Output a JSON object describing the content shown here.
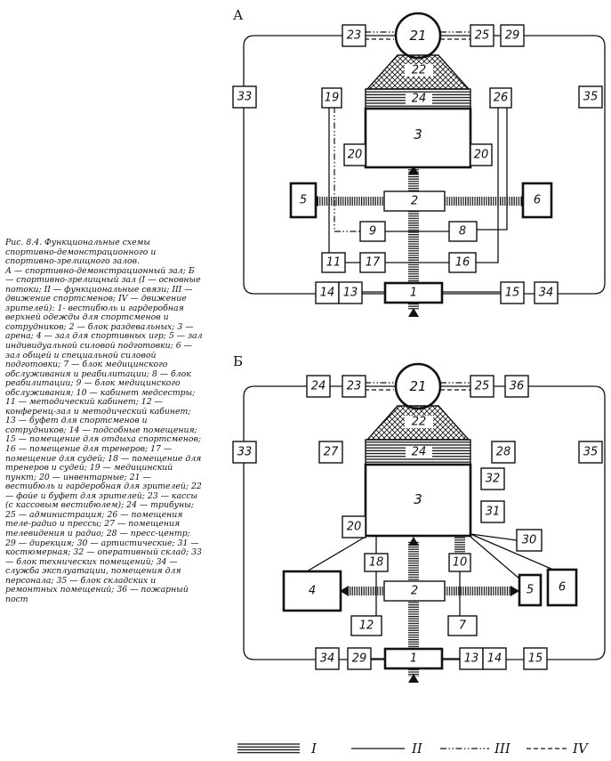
{
  "caption": {
    "title": "Рис. 8.4. Функциональные схемы спортивно-демонстрационного и спортивно-зрелищного залов.",
    "body": "А — спортивно-демонстрационный зал; Б — спортивно-зрелищный зал (I — основные потоки; II — функциональные связи; III — движение спортсменов; IV — движение зрителей): 1- вестибюль и гардеробная верхней одежды для спортсменов и сотрудников; 2 — блок раздевальных; 3 — арена; 4 — зал для спортивных игр; 5 — зал индивидуальной силовой подготовки; 6 — зал общей и специальной силовой подготовки; 7 — блок медицинского обслуживания и реабилитации; 8 — блок реабилитации; 9 — блок медицинского обслуживания; 10 — кабинет медсестры; 11 — методический кабинет; 12 — конференц-зал и методический кабинет; 13 — буфет для спортсменов и сотрудников; 14 — подсобные помещения; 15 — помещение для отдыха спортсменов; 16 — помещение для тренеров; 17 — помещение для судей; 18 — помещение для тренеров и судей; 19 — медицинский пункт; 20 — инвентарные; 21 — вестибюль и гардеробная для зрителей; 22 — фойе и буфет для зрителей; 23 — кассы (с кассовым вестибюлем); 24 — трибуны; 25 — администрация; 26 — помещения теле-радио и прессы; 27 — помещения телевидения и радио; 28 — пресс-центр; 29 — дирекция; 30 — артистические; 31 — костюмерная; 32 — оперативный склад; 33 — блок технических помещений; 34 — служба эксплуатации, помещения для персонала; 35 — блок складских и ремонтных помещений; 36 — пожарный пост"
  },
  "diagram_a": {
    "label": "А",
    "boxes": {
      "b21": "21",
      "b23": "23",
      "b25": "25",
      "b29": "29",
      "b22": "22",
      "b24": "24",
      "b19": "19",
      "b26": "26",
      "b33": "33",
      "b35": "35",
      "b3": "3",
      "b20l": "20",
      "b20r": "20",
      "b5": "5",
      "b2": "2",
      "b6": "6",
      "b9": "9",
      "b8": "8",
      "b11": "11",
      "b17": "17",
      "b16": "16",
      "b14": "14",
      "b13": "13",
      "b1": "1",
      "b15": "15",
      "b34": "34"
    }
  },
  "diagram_b": {
    "label": "Б",
    "boxes": {
      "b24l": "24",
      "b23": "23",
      "b21": "21",
      "b25": "25",
      "b36": "36",
      "b22": "22",
      "b27": "27",
      "b24": "24",
      "b28": "28",
      "b33": "33",
      "b35": "35",
      "b3": "3",
      "b32": "32",
      "b31": "31",
      "b20": "20",
      "b30": "30",
      "b18": "18",
      "b10": "10",
      "b4": "4",
      "b2": "2",
      "b5": "5",
      "b6": "6",
      "b12": "12",
      "b7": "7",
      "b34": "34",
      "b29": "29",
      "b1": "1",
      "b13": "13",
      "b14": "14",
      "b15": "15"
    }
  },
  "legend": {
    "i": "I",
    "ii": "II",
    "iii": "III",
    "iv": "IV"
  }
}
